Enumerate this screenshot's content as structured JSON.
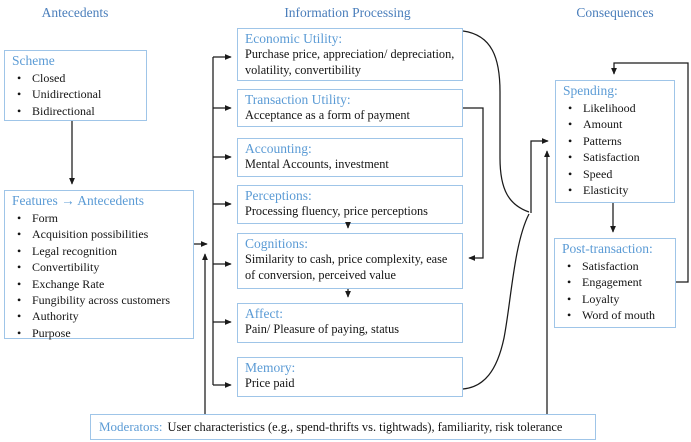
{
  "headers": {
    "left": "Antecedents",
    "middle": "Information Processing",
    "right": "Consequences"
  },
  "colors": {
    "header_blue": "#4a7ebb",
    "box_title_blue": "#5b9bd5",
    "box_border_blue": "#9fc5e8",
    "arrow_black": "#1a1a1a"
  },
  "antecedents": {
    "scheme": {
      "title": "Scheme",
      "items": [
        "Closed",
        "Unidirectional",
        "Bidirectional"
      ]
    },
    "features": {
      "title": "Features → Antecedents",
      "items": [
        "Form",
        "Acquisition possibilities",
        "Legal recognition",
        "Convertibility",
        "Exchange Rate",
        "Fungibility across customers",
        "Authority",
        "Purpose"
      ]
    }
  },
  "processing": {
    "boxes": [
      {
        "title": "Economic Utility:",
        "desc": "Purchase price, appreciation/ depreciation, volatility, convertibility"
      },
      {
        "title": "Transaction Utility:",
        "desc": "Acceptance as a form of payment"
      },
      {
        "title": "Accounting:",
        "desc": "Mental Accounts, investment"
      },
      {
        "title": "Perceptions:",
        "desc": "Processing fluency, price perceptions"
      },
      {
        "title": "Cognitions:",
        "desc": "Similarity to cash, price complexity, ease of conversion, perceived value"
      },
      {
        "title": "Affect:",
        "desc": "Pain/ Pleasure of paying, status"
      },
      {
        "title": "Memory:",
        "desc": "Price paid"
      }
    ]
  },
  "consequences": {
    "spending": {
      "title": "Spending:",
      "items": [
        "Likelihood",
        "Amount",
        "Patterns",
        "Satisfaction",
        "Speed",
        "Elasticity"
      ]
    },
    "post_transaction": {
      "title": "Post-transaction:",
      "items": [
        "Satisfaction",
        "Engagement",
        "Loyalty",
        "Word of mouth"
      ]
    }
  },
  "moderators": {
    "label": "Moderators:",
    "text": "User characteristics (e.g., spend-thrifts vs. tightwads), familiarity, risk tolerance"
  }
}
